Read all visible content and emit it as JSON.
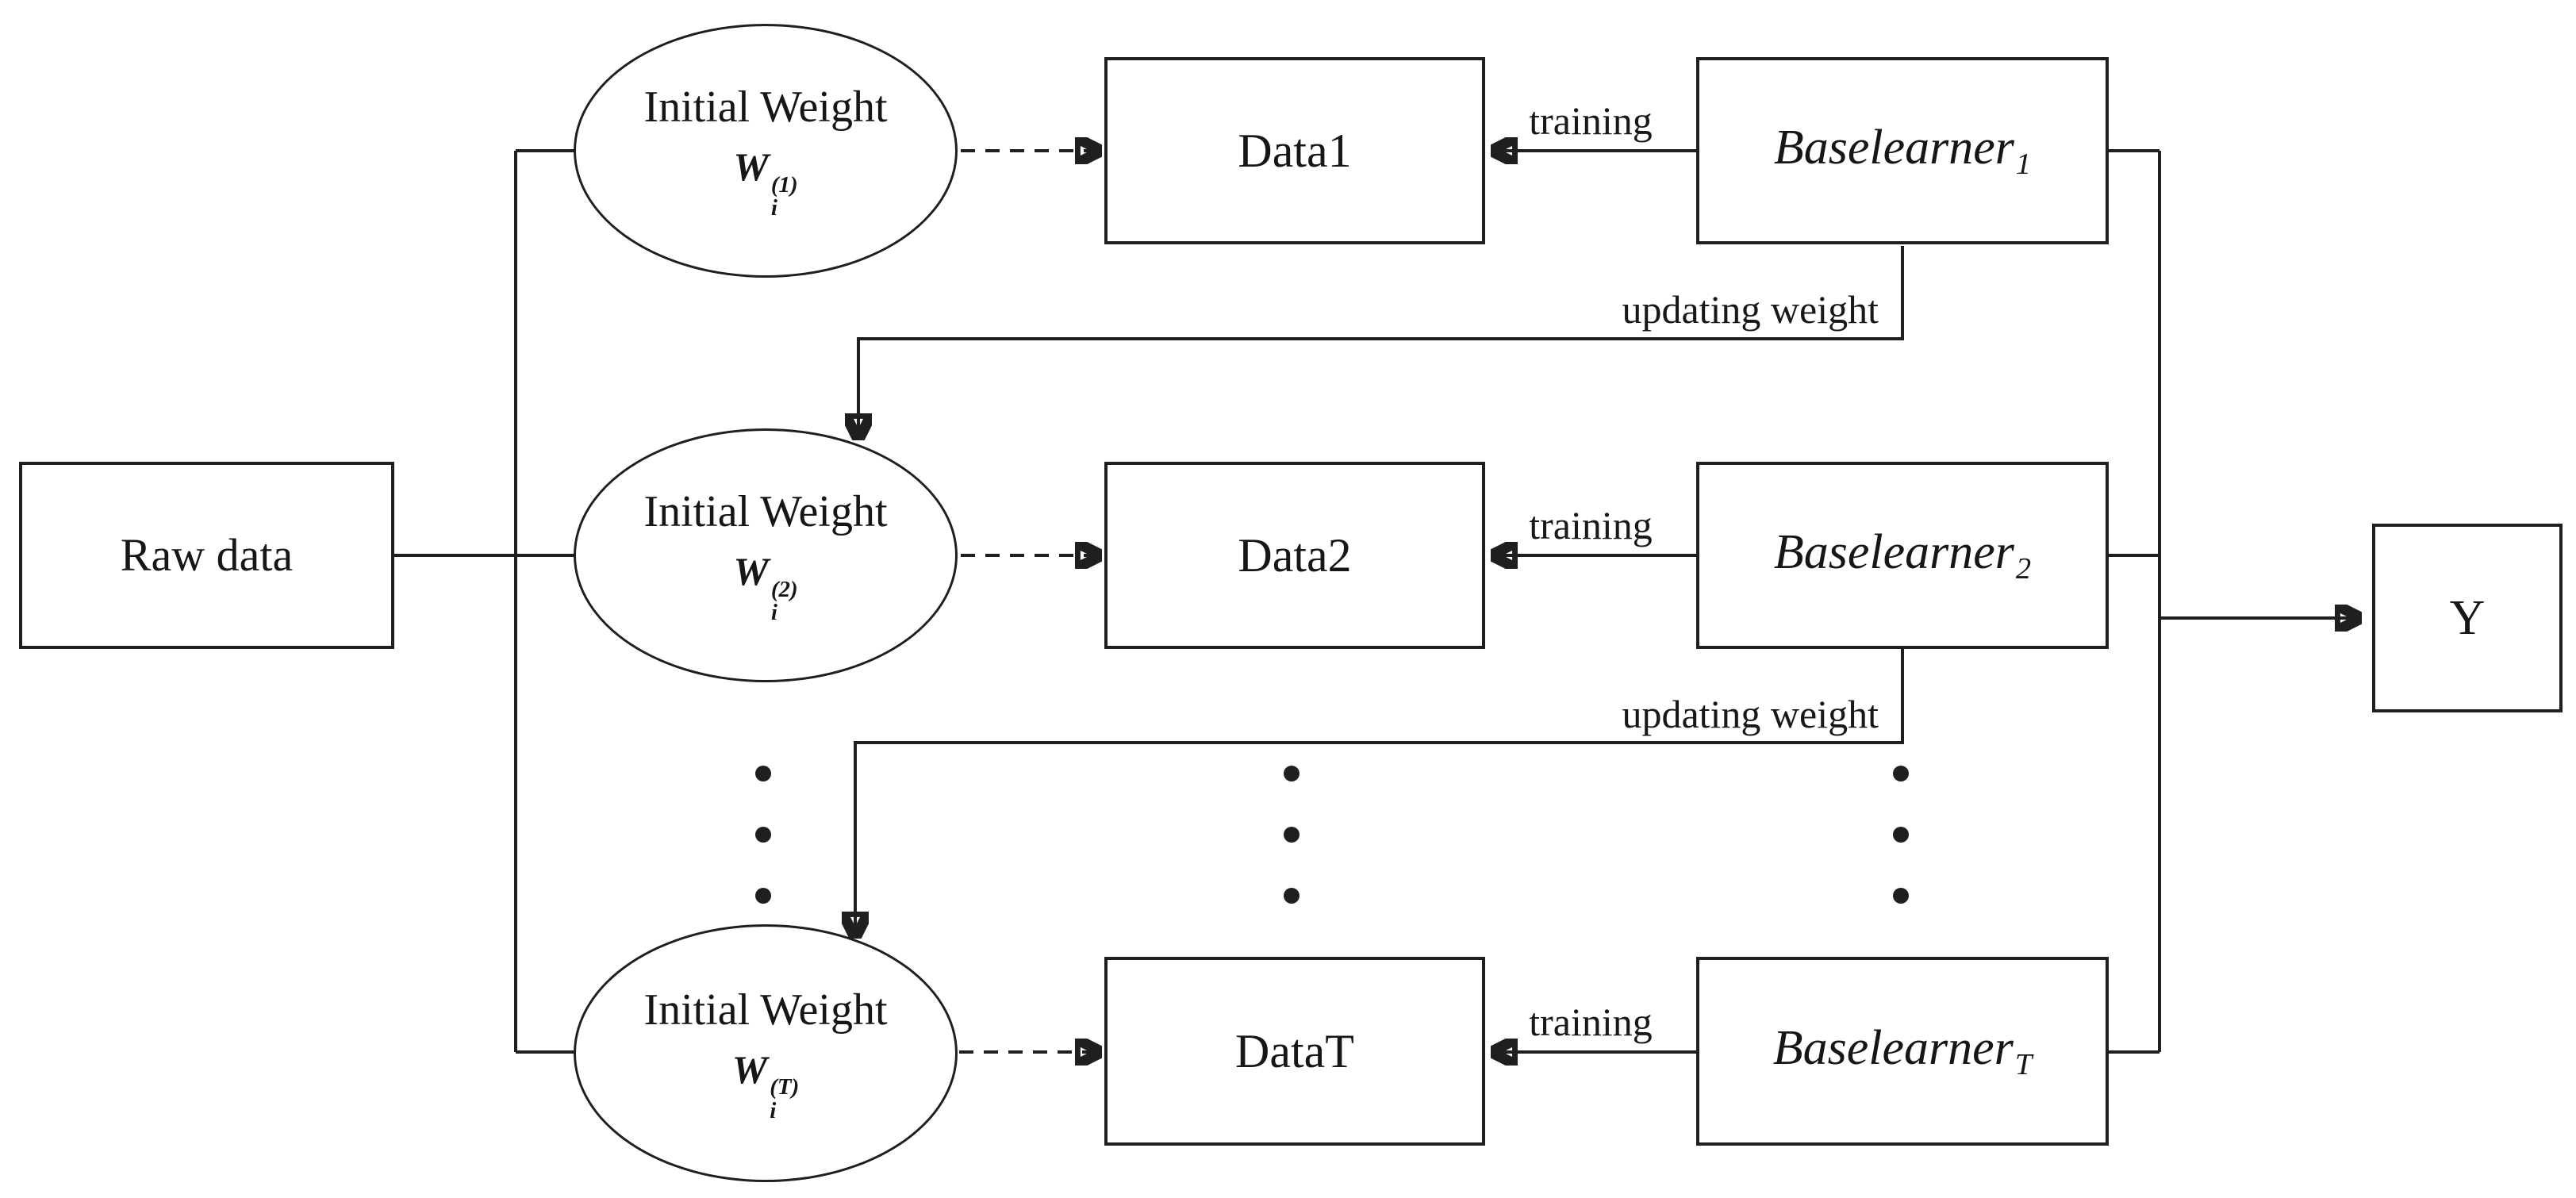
{
  "diagram": {
    "title_domain": "boosting ensemble flow diagram",
    "colors": {
      "line": "#1f1f1f",
      "text": "#161616",
      "background": "#ffffff"
    },
    "nodes": {
      "raw_data_label": "Raw data",
      "output_label": "Y"
    },
    "rows": [
      {
        "weight_label": "Initial Weight",
        "weight_var": "W",
        "weight_sub": "i",
        "weight_sup": "(1)",
        "data_label": "Data1",
        "learner_label": "Baselearner",
        "learner_sub": "1",
        "training_label": "training",
        "updating_label": "updating weight"
      },
      {
        "weight_label": "Initial Weight",
        "weight_var": "W",
        "weight_sub": "i",
        "weight_sup": "(2)",
        "data_label": "Data2",
        "learner_label": "Baselearner",
        "learner_sub": "2",
        "training_label": "training",
        "updating_label": "updating weight"
      },
      {
        "weight_label": "Initial Weight",
        "weight_var": "W",
        "weight_sub": "i",
        "weight_sup": "(T)",
        "data_label": "DataT",
        "learner_label": "Baselearner",
        "learner_sub": "T",
        "training_label": "training"
      }
    ]
  }
}
